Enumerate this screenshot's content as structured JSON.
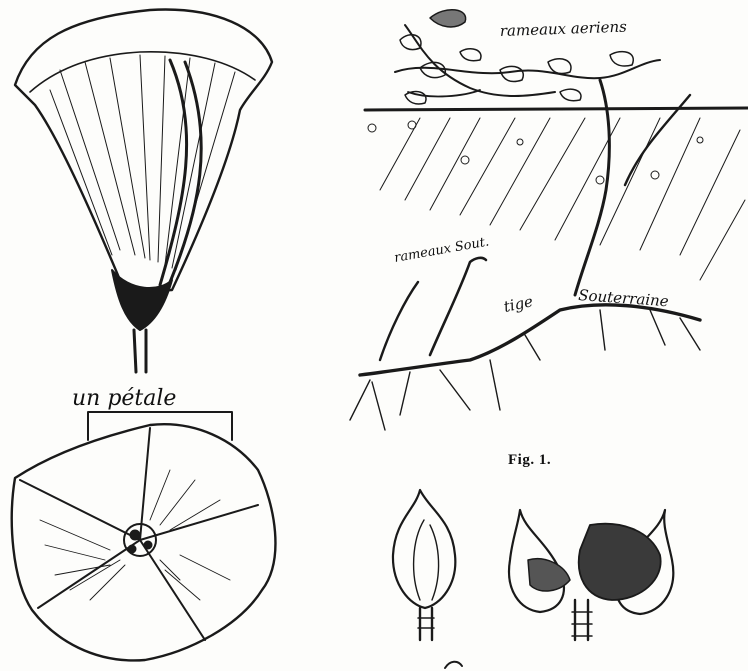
{
  "labels": {
    "aerial_branches": "rameaux aeriens",
    "underground_branches": "rameaux Sout.",
    "underground_stem_1": "tige",
    "underground_stem_2": "Souterraine",
    "petal": "un pétale",
    "figure_caption": "Fig. 1."
  },
  "colors": {
    "ink": "#1a1a1a",
    "paper": "#fdfdfb"
  }
}
